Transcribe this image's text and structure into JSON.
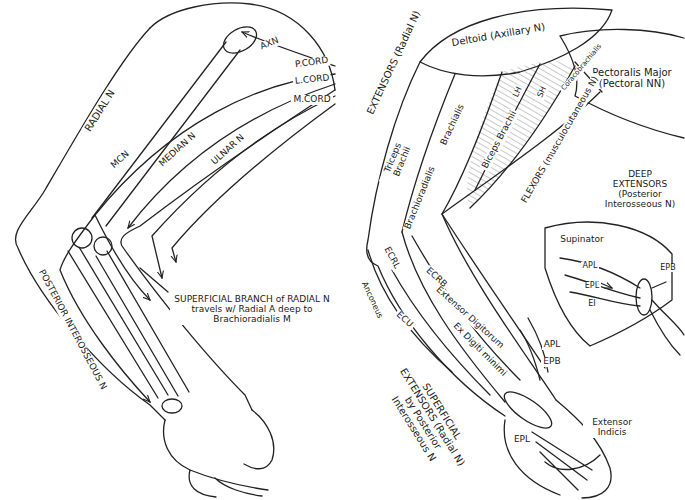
{
  "diagram": {
    "labels": [
      "AXN",
      "P.CORD",
      "L.CORD",
      "M.CORD",
      "RADIAL N",
      "MCN",
      "MEDIAN N",
      "ULNAR N",
      "POSTERIOR INTEROSSEOUS N",
      "SUPERFICIAL BRANCH of RADIAL N travels w/ Radial A deep to Brachioradialis M",
      "EXTENSORS (Radial N)",
      "Deltoid (Axillary N)",
      "Pectoralis Major (Pectoral NN)",
      "Triceps Brachii",
      "Brachialis",
      "LH",
      "SH",
      "Biceps Brachii",
      "Coracobrachialis",
      "FLEXORS (musculocutaneous N)",
      "Brachioradialis",
      "ECRL",
      "Anconeus",
      "ECRB",
      "Extensor Digitorum",
      "ECU",
      "Ex Digiti minimi",
      "APL",
      "EPB",
      "EPL",
      "Extensor Indicis",
      "SUPERFICIAL EXTENSORS (Radial N) by Posterior Interosseous N",
      "DEEP EXTENSORS (Posterior Interosseous N)",
      "Supinator",
      "APL",
      "EPL",
      "EI",
      "EPB"
    ]
  }
}
